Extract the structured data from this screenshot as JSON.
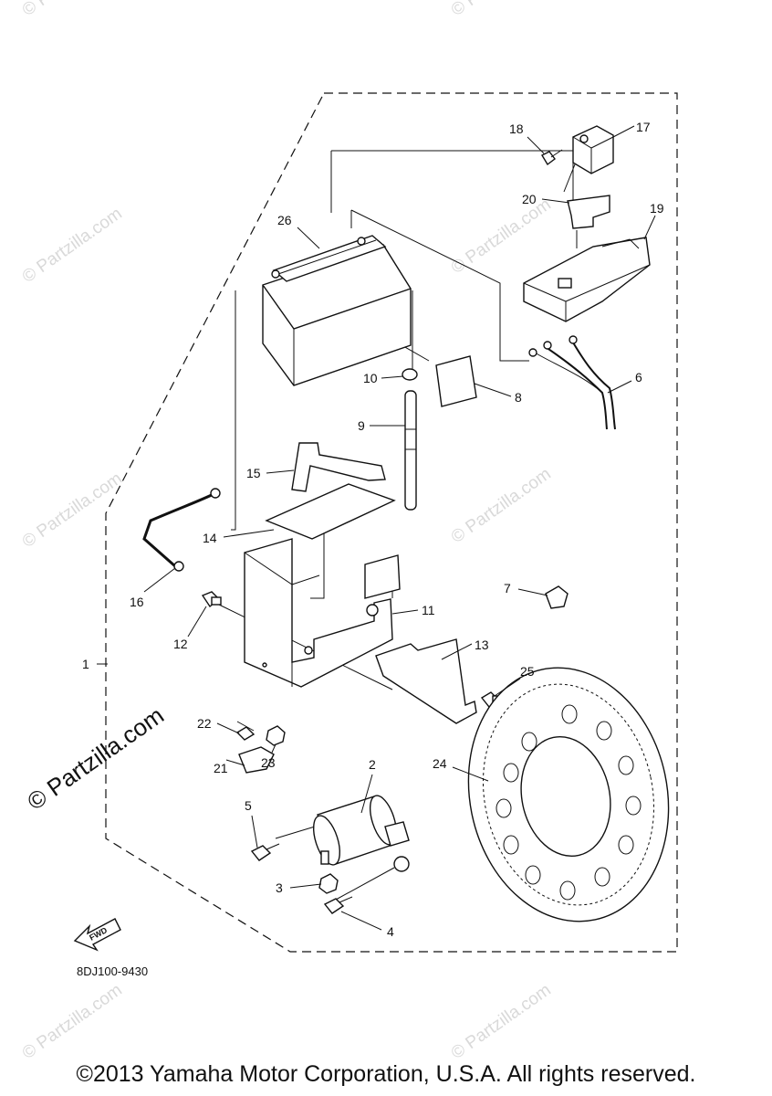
{
  "diagram": {
    "callouts": [
      "1",
      "2",
      "3",
      "4",
      "5",
      "6",
      "7",
      "8",
      "9",
      "10",
      "11",
      "12",
      "13",
      "14",
      "15",
      "16",
      "17",
      "18",
      "19",
      "20",
      "21",
      "22",
      "23",
      "24",
      "25",
      "26"
    ],
    "diagram_code": "8DJ100-9430",
    "fwd_label": "FWD",
    "watermark_small": "© Partzilla.com",
    "watermark_large": "© Partzilla.com"
  },
  "footer": {
    "copyright": "©2013 Yamaha Motor Corporation, U.S.A. All rights reserved."
  }
}
